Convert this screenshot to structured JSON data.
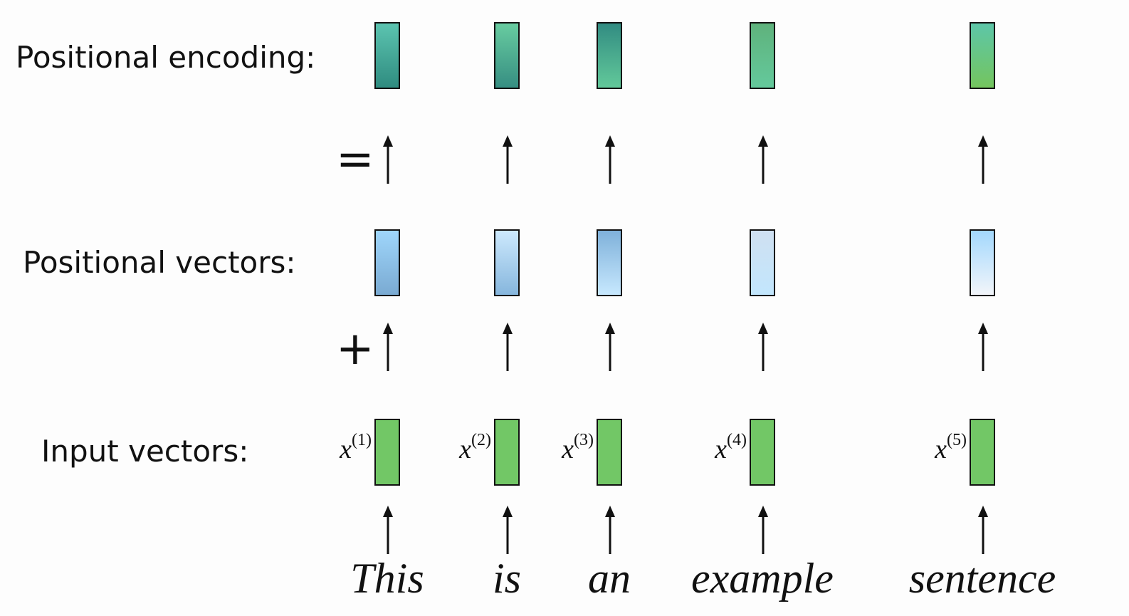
{
  "rows": {
    "encoding_label": "Positional encoding:",
    "positional_label": "Positional vectors:",
    "input_label": "Input vectors:"
  },
  "operators": {
    "equals": "=",
    "plus": "+"
  },
  "tokens": [
    {
      "word": "This",
      "x_label": "x",
      "index": "(1)",
      "enc_top": "#5cc4b0",
      "enc_bottom": "#2f8c80",
      "pos_top": "#9fd6fb",
      "pos_bottom": "#7aaad2",
      "input": "#72c766"
    },
    {
      "word": "is",
      "x_label": "x",
      "index": "(2)",
      "enc_top": "#68cca0",
      "enc_bottom": "#368e82",
      "pos_top": "#cde9fd",
      "pos_bottom": "#86b6dd",
      "input": "#72c766"
    },
    {
      "word": "an",
      "x_label": "x",
      "index": "(3)",
      "enc_top": "#328c82",
      "enc_bottom": "#62c99a",
      "pos_top": "#7fb1da",
      "pos_bottom": "#c7e8fe",
      "input": "#72c766"
    },
    {
      "word": "example",
      "x_label": "x",
      "index": "(4)",
      "enc_top": "#5fb27c",
      "enc_bottom": "#64c99c",
      "pos_top": "#cfe0f1",
      "pos_bottom": "#c2e6fd",
      "input": "#72c766"
    },
    {
      "word": "sentence",
      "x_label": "x",
      "index": "(5)",
      "enc_top": "#5dc6a8",
      "enc_bottom": "#74c55e",
      "pos_top": "#a3d8fd",
      "pos_bottom": "#f2f5fa",
      "input": "#72c766"
    }
  ]
}
